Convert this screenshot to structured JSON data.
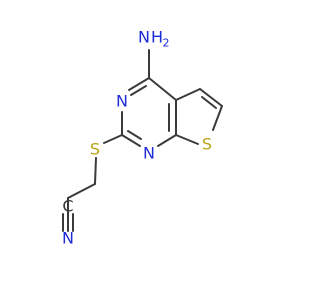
{
  "molecule": {
    "atoms": {
      "amino_n": "N",
      "amino_h": "H",
      "amino_h_count": "2",
      "ring_n_left": "N",
      "ring_n_bottom": "N",
      "thiophene_s": "S",
      "thioether_s": "S",
      "nitrile_c": "C",
      "nitrile_n": "N"
    },
    "colors": {
      "bond": "#3a3a3a",
      "nitrogen": "#1e2bd8",
      "sulfur": "#b9a21a",
      "carbon": "#3a3a3a"
    }
  }
}
